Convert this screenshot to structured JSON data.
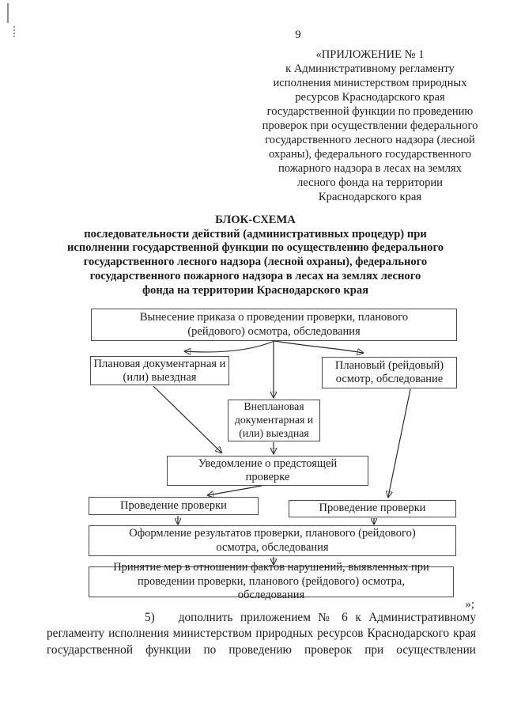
{
  "page": {
    "number": "9",
    "header_text": "«ПРИЛОЖЕНИЕ № 1\nк Административному регламенту\nисполнения министерством природных\nресурсов Краснодарского края\nгосударственной функции по проведению\nпроверок при осуществлении федерального\nгосударственного лесного надзора (лесной\nохраны), федерального государственного\nпожарного надзора в лесах на землях\nлесного фонда на территории\nКраснодарского края",
    "title_text": "БЛОК-СХЕМА\nпоследовательности действий (административных процедур) при\nисполнении государственной функции по осуществлению федерального\nгосударственного лесного надзора (лесной охраны), федерального\nгосударственного пожарного надзора в лесах на землях лесного\nфонда на территории Краснодарского края",
    "closing_mark": "»;",
    "footer": {
      "item_number": "5)",
      "text": "дополнить приложением № 6 к Административному регламенту исполнения министерством природных ресурсов Краснодарского края государственной функции по проведению проверок при осуществлении"
    }
  },
  "flowchart": {
    "boxes": [
      {
        "id": "order",
        "text": "Вынесение приказа о проведении проверки, планового (рейдового) осмотра, обследования"
      },
      {
        "id": "planned-check",
        "text": "Плановая документарная и (или) выездная"
      },
      {
        "id": "planned-raid",
        "text": "Плановый (рейдовый) осмотр, обследование"
      },
      {
        "id": "unplanned-check",
        "text": "Внеплановая документарная и (или) выездная"
      },
      {
        "id": "notification",
        "text": "Уведомление о предстоящей проверке"
      },
      {
        "id": "inspection-left",
        "text": "Проведение проверки"
      },
      {
        "id": "inspection-right",
        "text": "Проведение проверки"
      },
      {
        "id": "results",
        "text": "Оформление результатов проверки, планового (рейдового) осмотра, обследования"
      },
      {
        "id": "measures",
        "text": "Принятие мер в отношении фактов нарушений, выявленных при проведении проверки, планового (рейдового) осмотра, обследования"
      }
    ]
  },
  "colors": {
    "ink": "#1d1d1d",
    "paper": "#ffffff",
    "box_border": "#4a4a4a",
    "artifact_gray": "#8f8f8f"
  }
}
